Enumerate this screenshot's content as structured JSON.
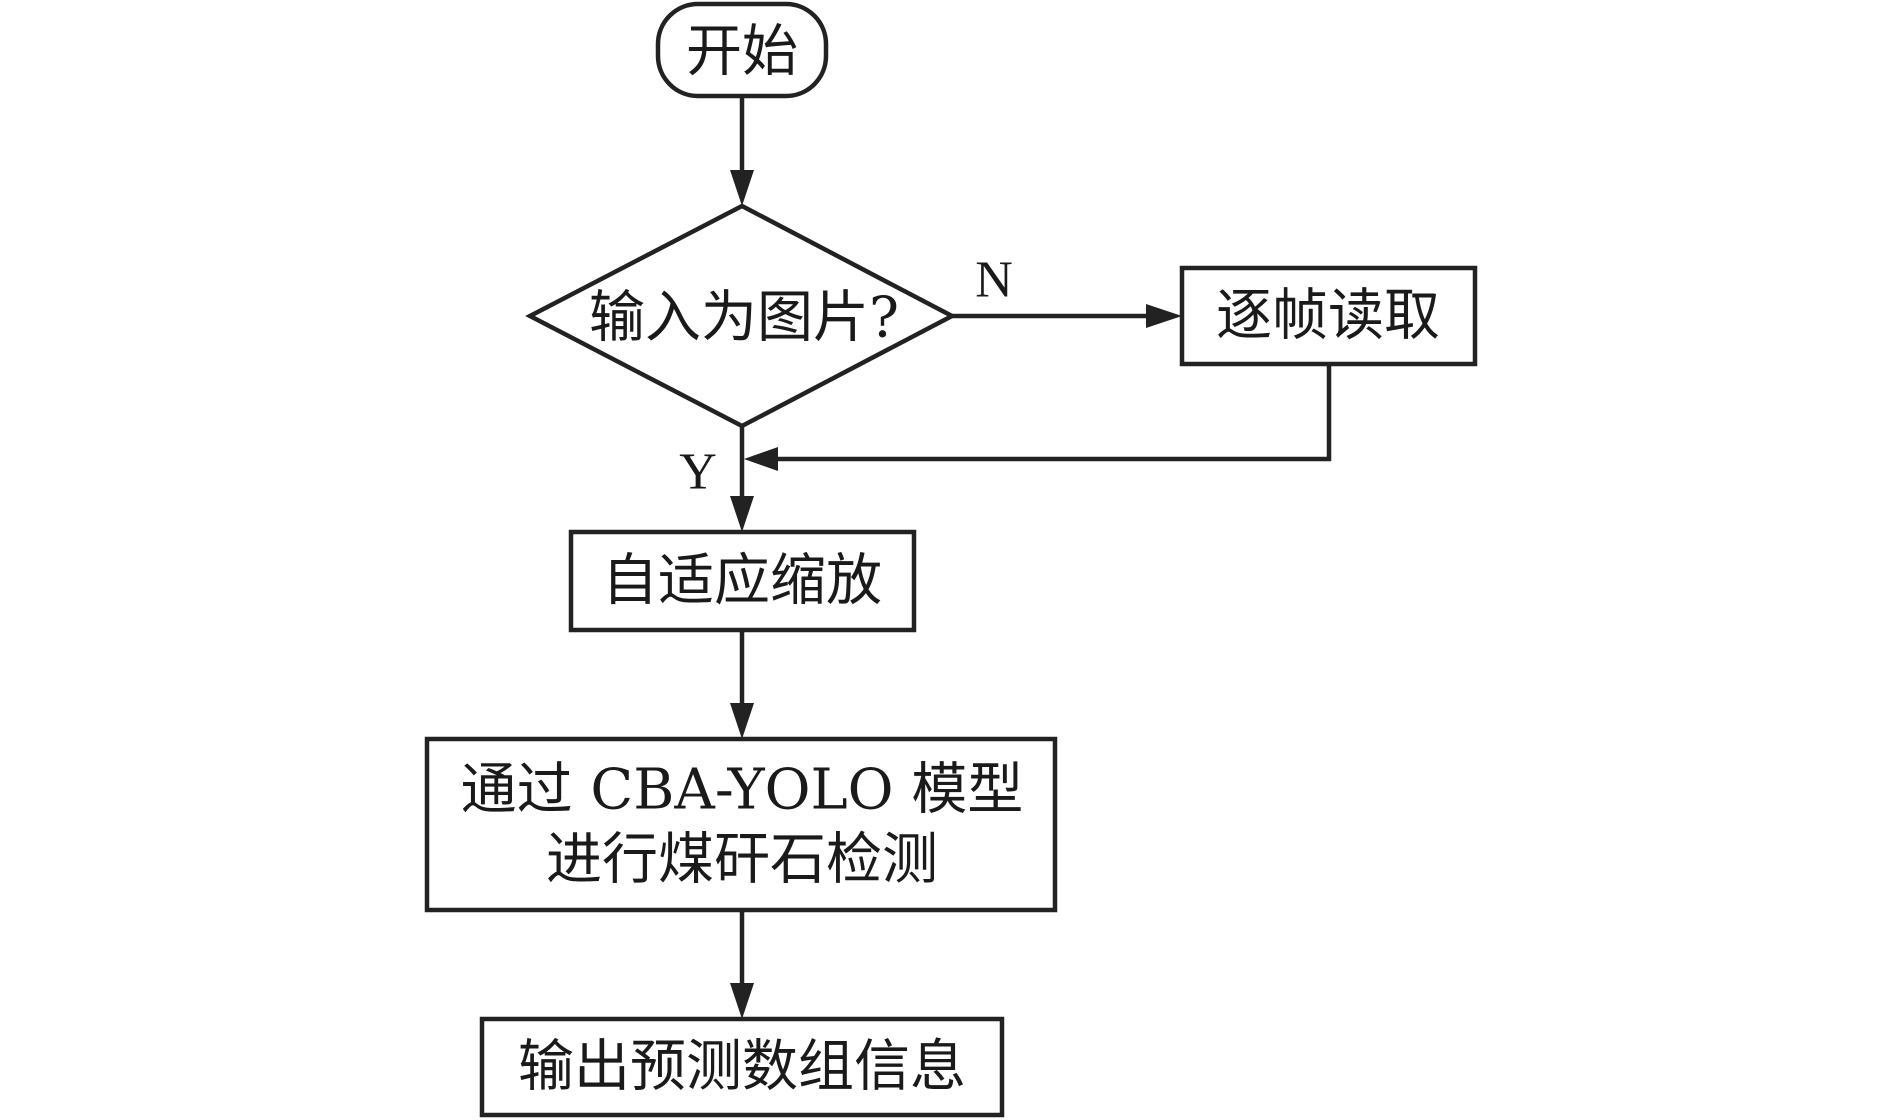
{
  "diagram": {
    "nodes": {
      "start": {
        "label": "开始"
      },
      "decision": {
        "label": "输入为图片?"
      },
      "read_frames": {
        "label": "逐帧读取"
      },
      "resize": {
        "label": "自适应缩放"
      },
      "detect": {
        "line1": "通过 CBA-YOLO 模型",
        "line2": "进行煤矸石检测"
      },
      "output": {
        "label": "输出预测数组信息"
      }
    },
    "branches": {
      "no_label": "N",
      "yes_label": "Y"
    }
  }
}
